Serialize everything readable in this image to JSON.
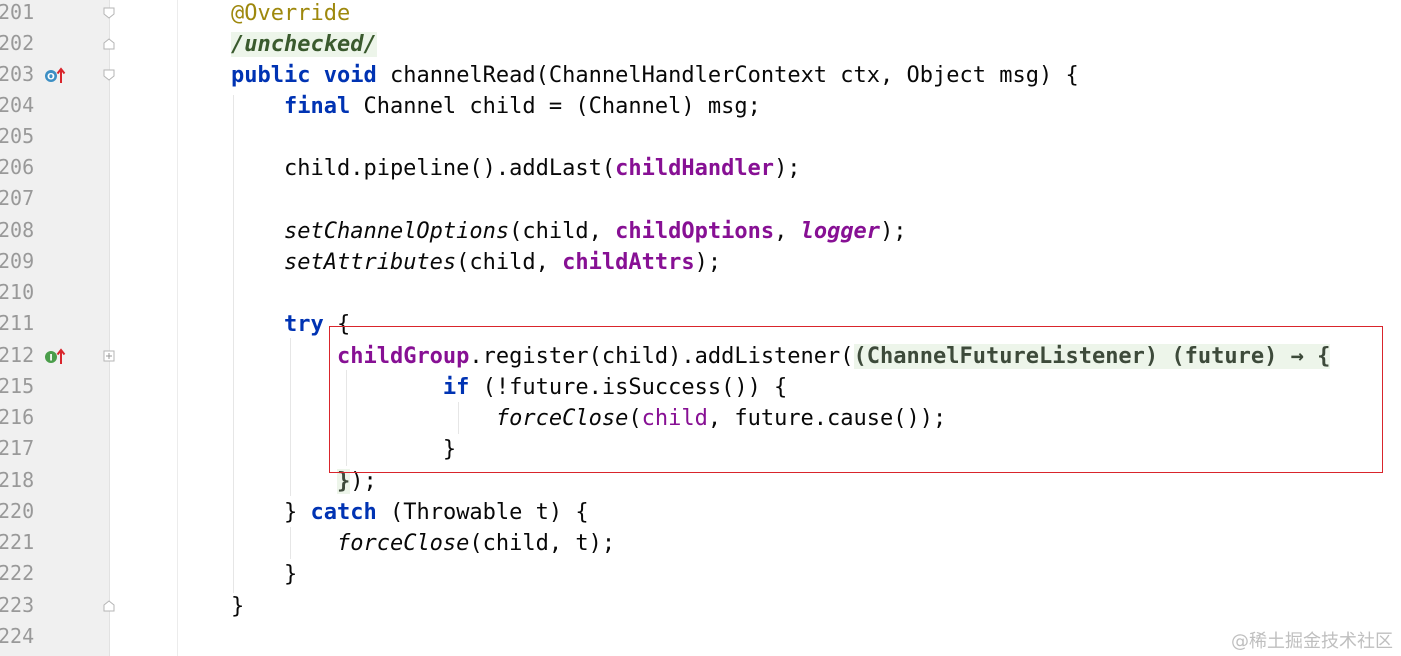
{
  "editor": {
    "lines": [
      {
        "num": "201",
        "tokens": [
          {
            "t": "@Override",
            "c": "ann"
          }
        ]
      },
      {
        "num": "202",
        "tokens": [
          {
            "t": "/unchecked/",
            "c": "unchk"
          }
        ]
      },
      {
        "num": "203",
        "tokens": [
          {
            "t": "public",
            "c": "kw"
          },
          {
            "t": " ",
            "c": ""
          },
          {
            "t": "void",
            "c": "kw"
          },
          {
            "t": " channelRead(ChannelHandlerContext ctx, Object msg) {",
            "c": ""
          }
        ]
      },
      {
        "num": "204",
        "tokens": [
          {
            "t": "    ",
            "c": ""
          },
          {
            "t": "final",
            "c": "kw"
          },
          {
            "t": " Channel child = (Channel) msg;",
            "c": ""
          }
        ]
      },
      {
        "num": "205",
        "tokens": []
      },
      {
        "num": "206",
        "tokens": [
          {
            "t": "    child.pipeline().addLast(",
            "c": ""
          },
          {
            "t": "childHandler",
            "c": "fld"
          },
          {
            "t": ");",
            "c": ""
          }
        ]
      },
      {
        "num": "207",
        "tokens": []
      },
      {
        "num": "208",
        "tokens": [
          {
            "t": "    ",
            "c": ""
          },
          {
            "t": "setChannelOptions",
            "c": "it"
          },
          {
            "t": "(child, ",
            "c": ""
          },
          {
            "t": "childOptions",
            "c": "fld"
          },
          {
            "t": ", ",
            "c": ""
          },
          {
            "t": "logger",
            "c": "fld it"
          },
          {
            "t": ");",
            "c": ""
          }
        ]
      },
      {
        "num": "209",
        "tokens": [
          {
            "t": "    ",
            "c": ""
          },
          {
            "t": "setAttributes",
            "c": "it"
          },
          {
            "t": "(child, ",
            "c": ""
          },
          {
            "t": "childAttrs",
            "c": "fld"
          },
          {
            "t": ");",
            "c": ""
          }
        ]
      },
      {
        "num": "210",
        "tokens": []
      },
      {
        "num": "211",
        "tokens": [
          {
            "t": "    ",
            "c": ""
          },
          {
            "t": "try",
            "c": "kw"
          },
          {
            "t": " {",
            "c": ""
          }
        ]
      },
      {
        "num": "212",
        "tokens": [
          {
            "t": "        ",
            "c": ""
          },
          {
            "t": "childGroup",
            "c": "fld"
          },
          {
            "t": ".register(child).addListener(",
            "c": ""
          },
          {
            "t": "(ChannelFutureListener) (future) → {",
            "c": "lambda"
          }
        ]
      },
      {
        "num": "215",
        "tokens": [
          {
            "t": "                ",
            "c": ""
          },
          {
            "t": "if",
            "c": "kw"
          },
          {
            "t": " (!future.isSuccess()) {",
            "c": ""
          }
        ]
      },
      {
        "num": "216",
        "tokens": [
          {
            "t": "                    ",
            "c": ""
          },
          {
            "t": "forceClose",
            "c": "it"
          },
          {
            "t": "(",
            "c": ""
          },
          {
            "t": "child",
            "c": "param"
          },
          {
            "t": ", future.cause());",
            "c": ""
          }
        ]
      },
      {
        "num": "217",
        "tokens": [
          {
            "t": "                }",
            "c": ""
          }
        ]
      },
      {
        "num": "218",
        "tokens": [
          {
            "t": "        ",
            "c": ""
          },
          {
            "t": "}",
            "c": "lambda"
          },
          {
            "t": ");",
            "c": ""
          }
        ]
      },
      {
        "num": "220",
        "tokens": [
          {
            "t": "    } ",
            "c": ""
          },
          {
            "t": "catch",
            "c": "kw"
          },
          {
            "t": " (Throwable t) {",
            "c": ""
          }
        ]
      },
      {
        "num": "221",
        "tokens": [
          {
            "t": "        ",
            "c": ""
          },
          {
            "t": "forceClose",
            "c": "it"
          },
          {
            "t": "(child, t);",
            "c": ""
          }
        ]
      },
      {
        "num": "222",
        "tokens": [
          {
            "t": "    }",
            "c": ""
          }
        ]
      },
      {
        "num": "223",
        "tokens": [
          {
            "t": "}",
            "c": ""
          }
        ]
      },
      {
        "num": "224",
        "tokens": []
      }
    ]
  },
  "gutter_icons": {
    "203": "override-method-icon",
    "212": "implement-interface-icon"
  },
  "colors": {
    "keyword": "#0033b3",
    "annotation": "#9e880d",
    "field": "#871094",
    "highlight_box": "#d9252c"
  },
  "watermark": "@稀土掘金技术社区"
}
